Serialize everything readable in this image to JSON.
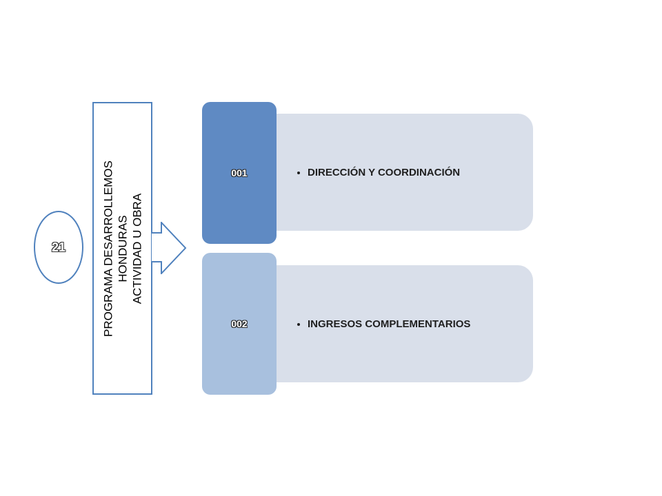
{
  "circle": {
    "label": "21"
  },
  "program": {
    "lines": [
      "PROGRAMA DESARROLLEMOS",
      "HONDURAS",
      "ACTIVIDAD U OBRA"
    ]
  },
  "items": [
    {
      "code": "001",
      "text": "DIRECCIÓN Y COORDINACIÓN",
      "code_color": "#5f8ac3"
    },
    {
      "code": "002",
      "text": "INGRESOS COMPLEMENTARIOS",
      "code_color": "#a8c0de"
    }
  ],
  "colors": {
    "outline": "#4f81bd",
    "panel": "#d9dfea"
  }
}
